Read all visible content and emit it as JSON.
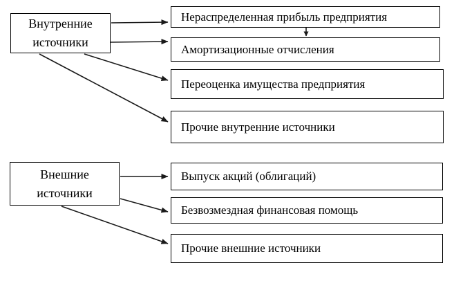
{
  "diagram": {
    "groups": [
      {
        "source_label": "Внутренние источники",
        "targets": [
          "Нераспределенная прибыль предприятия",
          "Амортизационные отчисления",
          "Переоценка имущества предприятия",
          "Прочие внутренние источники"
        ]
      },
      {
        "source_label": "Внешние источники",
        "targets": [
          "Выпуск акций (облигаций)",
          "Безвозмездная финансовая помощь",
          "Прочие внешние источники"
        ]
      }
    ],
    "extra_edges": [
      {
        "from": "Нераспределенная прибыль предприятия",
        "to": "Амортизационные отчисления"
      }
    ],
    "colors": {
      "border": "#000000",
      "background": "#ffffff",
      "text": "#000000",
      "arrow": "#1a1a1a"
    }
  }
}
